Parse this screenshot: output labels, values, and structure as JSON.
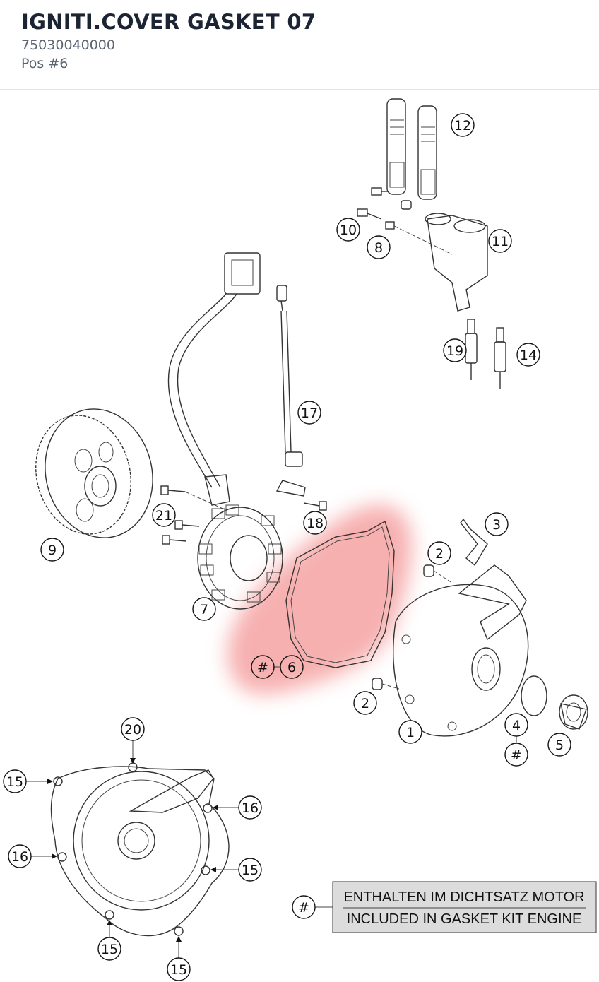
{
  "header": {
    "title": "IGNITI.COVER GASKET 07",
    "part_number": "75030040000",
    "position": "Pos #6"
  },
  "highlight": {
    "color": "#f07070"
  },
  "callouts": [
    {
      "id": "c12",
      "label": "12"
    },
    {
      "id": "c10",
      "label": "10"
    },
    {
      "id": "c8",
      "label": "8"
    },
    {
      "id": "c11",
      "label": "11"
    },
    {
      "id": "c19",
      "label": "19"
    },
    {
      "id": "c14",
      "label": "14"
    },
    {
      "id": "c17",
      "label": "17"
    },
    {
      "id": "c21",
      "label": "21"
    },
    {
      "id": "c18",
      "label": "18"
    },
    {
      "id": "c9",
      "label": "9"
    },
    {
      "id": "c3",
      "label": "3"
    },
    {
      "id": "c2a",
      "label": "2"
    },
    {
      "id": "c7",
      "label": "7"
    },
    {
      "id": "chash1",
      "label": "#"
    },
    {
      "id": "c6",
      "label": "6"
    },
    {
      "id": "c2b",
      "label": "2"
    },
    {
      "id": "c1",
      "label": "1"
    },
    {
      "id": "c4",
      "label": "4"
    },
    {
      "id": "chash2",
      "label": "#"
    },
    {
      "id": "c5",
      "label": "5"
    },
    {
      "id": "c20",
      "label": "20"
    },
    {
      "id": "c15a",
      "label": "15"
    },
    {
      "id": "c16a",
      "label": "16"
    },
    {
      "id": "c16b",
      "label": "16"
    },
    {
      "id": "c15b",
      "label": "15"
    },
    {
      "id": "c15c",
      "label": "15"
    },
    {
      "id": "c15d",
      "label": "15"
    }
  ],
  "legend": {
    "symbol": "#",
    "line1": "ENTHALTEN IM DICHTSATZ MOTOR",
    "line2": "INCLUDED IN GASKET KIT ENGINE"
  }
}
